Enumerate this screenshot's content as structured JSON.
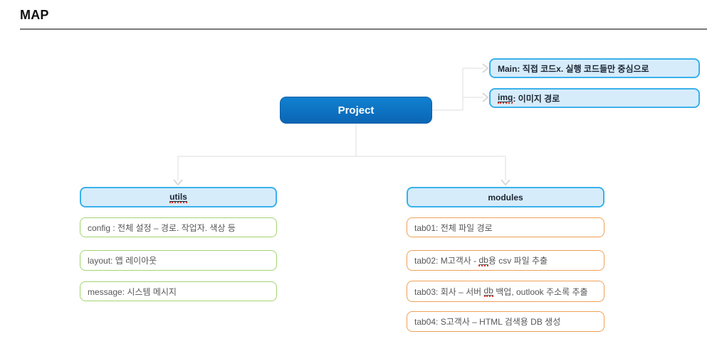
{
  "page": {
    "title": "MAP"
  },
  "palette": {
    "root_blue": "#0d70c0",
    "light_blue_fill": "#d6ecfb",
    "light_blue_border": "#3ab1ea",
    "green_border": "#a2d470",
    "orange_border": "#f0a055",
    "item_text": "#575757",
    "header_text": "#1c2533",
    "connector_gray": "#e8e8e8",
    "misspell_red": "#e0392e"
  },
  "root": {
    "label": "Project"
  },
  "notes": {
    "main": {
      "text": "Main: 직접 코드x. 실행 코드들만 중심으로"
    },
    "img": {
      "keyword": "img",
      "rest": ": 이미지 경로"
    }
  },
  "utils_branch": {
    "header": {
      "keyword": "utils"
    },
    "items": [
      {
        "text": "config : 전체 설정 – 경로. 작업자. 색상 등"
      },
      {
        "text": "layout: 앱 레이아웃"
      },
      {
        "text": "message: 시스템 메시지"
      }
    ]
  },
  "modules_branch": {
    "header": {
      "label": "modules"
    },
    "items": [
      {
        "text": "tab01: 전체 파일 경로"
      },
      {
        "prefix": "tab02: M고객사 - ",
        "keyword": "db",
        "rest": "용 csv 파일 추출"
      },
      {
        "prefix": "tab03: 회사 – 서버 ",
        "keyword": "db",
        "rest": " 백업, outlook 주소록 추출"
      },
      {
        "text": "tab04: S고객사 – HTML 검색용 DB 생성"
      }
    ]
  }
}
